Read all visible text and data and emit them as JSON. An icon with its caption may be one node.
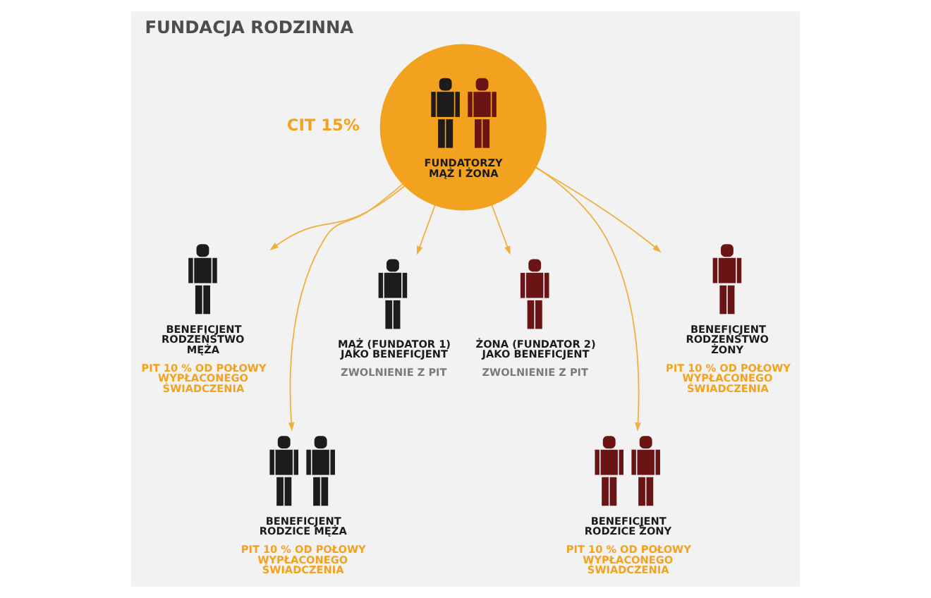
{
  "diagram": {
    "title": "FUNDACJA RODZINNA",
    "nodes": [
      {
        "text": [
          "FUNDATORZY MĄŻ I ŻONA"
        ]
      },
      {
        "text": [
          "BENEFICJENT RODZEŃSTWO MĘŻA",
          "PIT 10 % OD POŁOWY WYPŁACONEGO ŚWIADCZENIA"
        ]
      },
      {
        "text": [
          "BENEFICJENT RODZEŃSTWO ŻONY",
          "PIT 10 % OD POŁOWY WYPŁACONEGO ŚWIADCZENIA"
        ]
      },
      {
        "text": [
          "MĄŻ (FUNDATOR 1) JAKO BENEFICJENT",
          "ZWOLNIENIE Z PIT"
        ]
      },
      {
        "text": [
          "ŻONA (FUNDATOR 2) JAKO BENEFICJENT",
          "ZWOLNIENIE Z PIT"
        ]
      },
      {
        "text": [
          "BENEFICJENT RODZICE MĘŻA",
          "PIT 10 % OD POŁOWY WYPŁACONEGO ŚWIADCZENIA"
        ]
      },
      {
        "text": [
          "BENEFICJENT RODZICE ŻONY",
          "PIT 10 % OD POŁOWY WYPŁACONEGO ŚWIADCZENIA"
        ]
      }
    ],
    "edges": [
      {
        "from": 0,
        "to": 1,
        "arrow": "to"
      },
      {
        "from": 0,
        "to": 5,
        "arrow": "to"
      },
      {
        "from": 0,
        "to": 3,
        "arrow": "to"
      },
      {
        "from": 0,
        "to": 4,
        "arrow": "to"
      },
      {
        "from": 0,
        "to": 6,
        "arrow": "to"
      },
      {
        "from": 0,
        "to": 2,
        "arrow": "to"
      }
    ],
    "labels": [
      "CIT 15%"
    ]
  }
}
